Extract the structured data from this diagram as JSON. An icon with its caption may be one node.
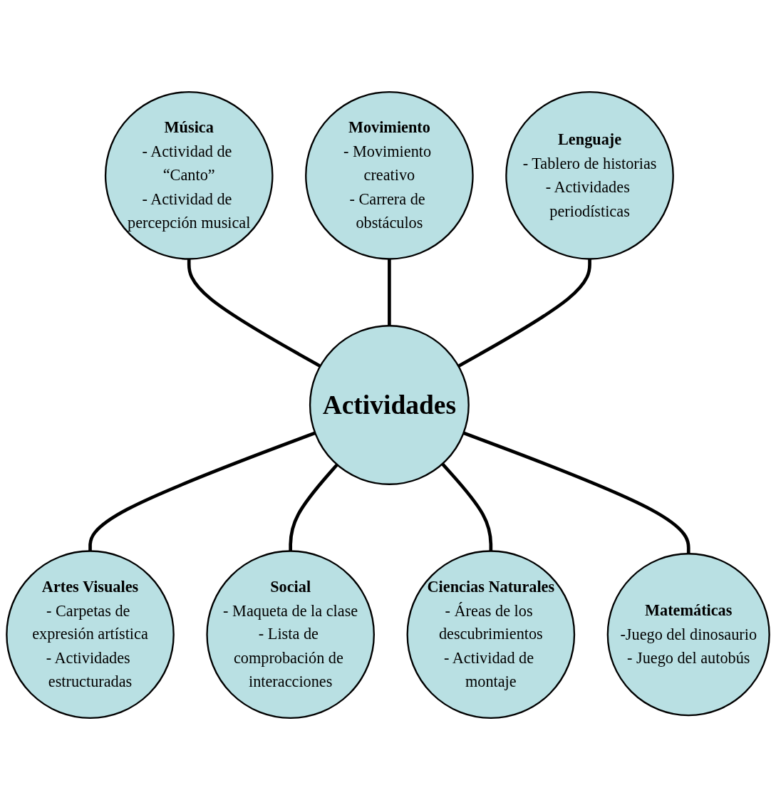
{
  "diagram": {
    "nodes": [
      {
        "text": [
          "Movimiento",
          "- Movimiento creativo",
          "- Carrera de obstáculos"
        ]
      },
      {
        "text": [
          "Música",
          "- Actividad de “Canto”",
          "- Actividad de percepción musical"
        ]
      },
      {
        "text": [
          "Lenguaje",
          "- Tablero de historias",
          "- Actividades periodísticas"
        ]
      },
      {
        "text": [
          "Actividades"
        ]
      },
      {
        "text": [
          "Artes Visuales",
          "- Carpetas de expresión artística",
          "- Actividades estructuradas"
        ]
      },
      {
        "text": [
          "Matemáticas",
          "-Juego del dinosaurio",
          "- Juego del autobús"
        ]
      },
      {
        "text": [
          "Social",
          "- Maqueta de la clase",
          "- Lista de comprobación de interacciones"
        ]
      },
      {
        "text": [
          "Ciencias Naturales",
          "- Áreas de los descubrimientos",
          "- Actividad de montaje"
        ]
      }
    ],
    "edges": [
      {
        "from": 1,
        "to": 3,
        "arrow": "none"
      },
      {
        "from": 0,
        "to": 3,
        "arrow": "none"
      },
      {
        "from": 2,
        "to": 3,
        "arrow": "none"
      },
      {
        "from": 3,
        "to": 4,
        "arrow": "none"
      },
      {
        "from": 3,
        "to": 6,
        "arrow": "none"
      },
      {
        "from": 3,
        "to": 7,
        "arrow": "none"
      },
      {
        "from": 3,
        "to": 5,
        "arrow": "none"
      }
    ]
  }
}
